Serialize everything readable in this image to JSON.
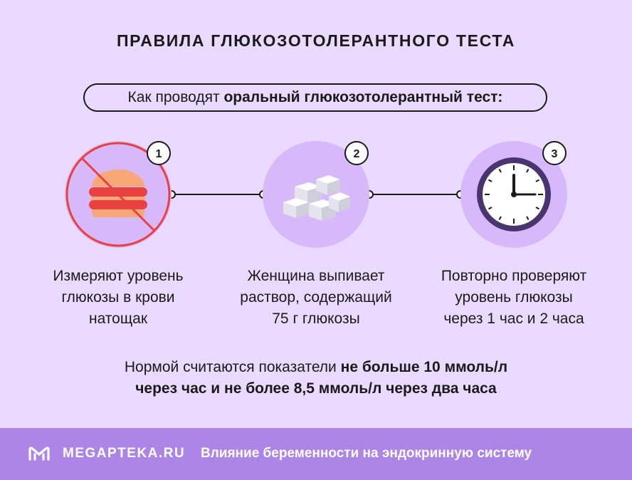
{
  "title": "ПРАВИЛА ГЛЮКОЗОТОЛЕРАНТНОГО ТЕСТА",
  "intro": {
    "prefix": "Как проводят ",
    "bold": "оральный глюкозотолерантный тест:"
  },
  "steps": [
    {
      "number": "1",
      "icon": "burger-prohibited-icon",
      "lines": [
        "Измеряют уровень",
        "глюкозы в крови",
        "натощак"
      ]
    },
    {
      "number": "2",
      "icon": "sugar-cubes-icon",
      "lines": [
        "Женщина выпивает",
        "раствор, содержащий",
        "75 г глюкозы"
      ]
    },
    {
      "number": "3",
      "icon": "clock-icon",
      "lines": [
        "Повторно проверяют",
        "уровень глюкозы",
        "через 1 час и 2 часа"
      ]
    }
  ],
  "norm": {
    "line1_prefix": "Нормой считаются показатели ",
    "line1_bold": "не больше 10 ммоль/л",
    "line2_bold": "через час и не более 8,5 ммоль/л через два часа"
  },
  "footer": {
    "brand": "MEGAPTEKA.RU",
    "tagline": "Влияние беременности на эндокринную систему"
  },
  "colors": {
    "background": "#ebdaff",
    "circle": "#d7b9fb",
    "accent_red": "#e94040",
    "footer": "#ad85e6"
  }
}
